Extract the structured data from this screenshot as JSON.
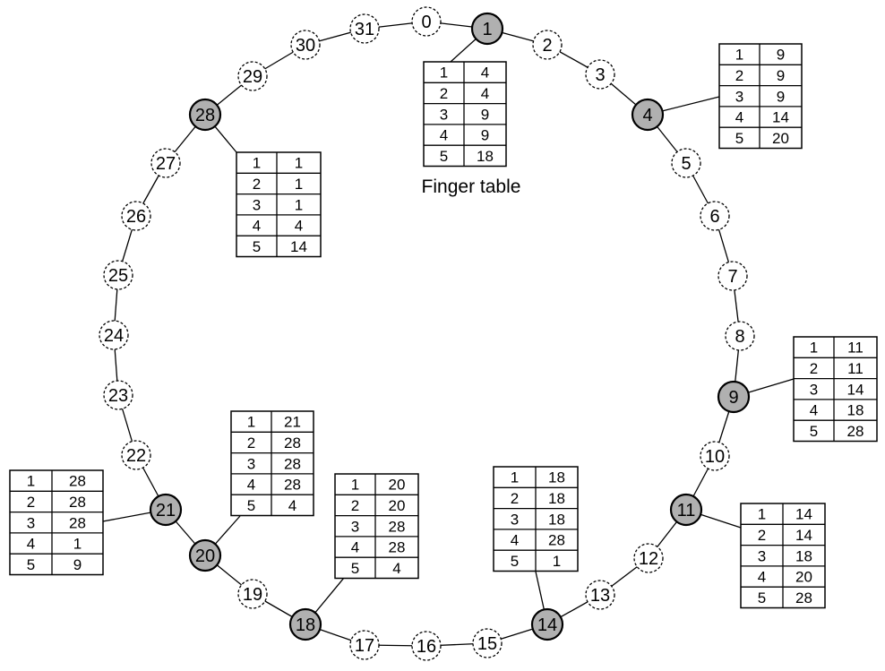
{
  "caption": "Finger table",
  "colors": {
    "active_node_fill": "#b0b0b0",
    "inactive_node_fill": "#ffffff",
    "stroke": "#000000"
  },
  "ring": {
    "positions": 32,
    "active_nodes": [
      1,
      4,
      9,
      11,
      14,
      18,
      20,
      21,
      28
    ]
  },
  "finger_tables": [
    {
      "node": 1,
      "rows": [
        [
          1,
          4
        ],
        [
          2,
          4
        ],
        [
          3,
          9
        ],
        [
          4,
          9
        ],
        [
          5,
          18
        ]
      ]
    },
    {
      "node": 4,
      "rows": [
        [
          1,
          9
        ],
        [
          2,
          9
        ],
        [
          3,
          9
        ],
        [
          4,
          14
        ],
        [
          5,
          20
        ]
      ]
    },
    {
      "node": 9,
      "rows": [
        [
          1,
          11
        ],
        [
          2,
          11
        ],
        [
          3,
          14
        ],
        [
          4,
          18
        ],
        [
          5,
          28
        ]
      ]
    },
    {
      "node": 11,
      "rows": [
        [
          1,
          14
        ],
        [
          2,
          14
        ],
        [
          3,
          18
        ],
        [
          4,
          20
        ],
        [
          5,
          28
        ]
      ]
    },
    {
      "node": 14,
      "rows": [
        [
          1,
          18
        ],
        [
          2,
          18
        ],
        [
          3,
          18
        ],
        [
          4,
          28
        ],
        [
          5,
          1
        ]
      ]
    },
    {
      "node": 18,
      "rows": [
        [
          1,
          20
        ],
        [
          2,
          20
        ],
        [
          3,
          28
        ],
        [
          4,
          28
        ],
        [
          5,
          4
        ]
      ]
    },
    {
      "node": 20,
      "rows": [
        [
          1,
          21
        ],
        [
          2,
          28
        ],
        [
          3,
          28
        ],
        [
          4,
          28
        ],
        [
          5,
          4
        ]
      ]
    },
    {
      "node": 21,
      "rows": [
        [
          1,
          28
        ],
        [
          2,
          28
        ],
        [
          3,
          28
        ],
        [
          4,
          1
        ],
        [
          5,
          9
        ]
      ]
    },
    {
      "node": 28,
      "rows": [
        [
          1,
          1
        ],
        [
          2,
          1
        ],
        [
          3,
          1
        ],
        [
          4,
          4
        ],
        [
          5,
          14
        ]
      ]
    }
  ]
}
